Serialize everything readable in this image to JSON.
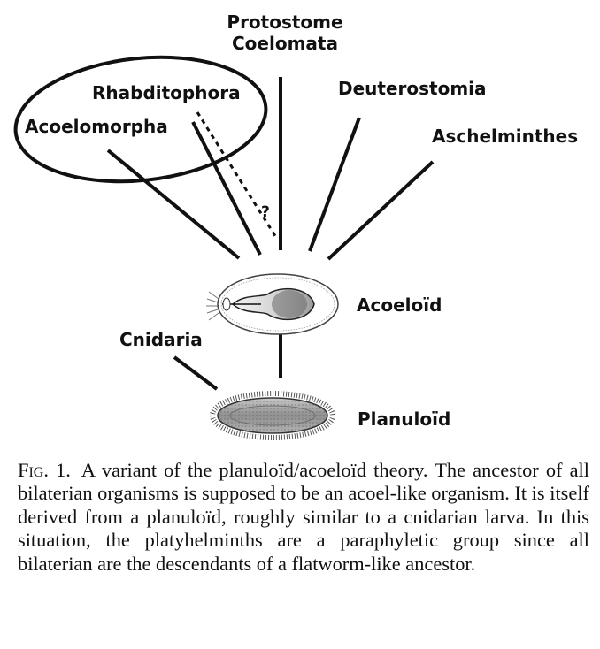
{
  "figure": {
    "labels": {
      "protostome_1": "Protostome",
      "protostome_2": "Coelomata",
      "rhabditophora": "Rhabditophora",
      "acoelomorpha": "Acoelomorpha",
      "deuterostomia": "Deuterostomia",
      "aschelminthes": "Aschelminthes",
      "question_mark": "?",
      "acoeloid": "Acoeloïd",
      "cnidaria": "Cnidaria",
      "planuloid": "Planuloïd"
    }
  },
  "caption": {
    "figure_label": "Fig. 1.",
    "text": "A variant of the planuloïd/acoeloïd theory. The ancestor of all bilaterian organisms is supposed to be an acoel-like organism. It is itself derived from a planuloïd, roughly similar to a cnidarian larva. In this situation, the platyhelminths are a paraphyletic group since all bilaterian are the descendants of a flatworm-like ancestor."
  }
}
